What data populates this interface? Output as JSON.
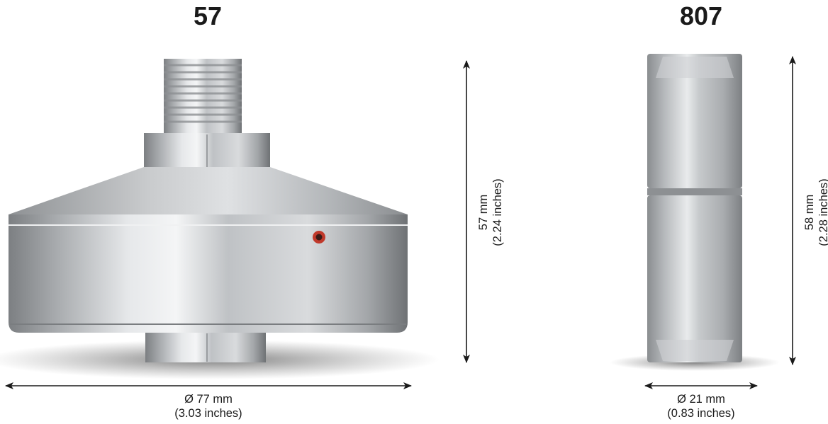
{
  "products": [
    {
      "model": "57",
      "height_label": "57 mm",
      "height_label_imperial": "(2.24 inches)",
      "diameter_label": "Ø 77 mm",
      "diameter_label_imperial": "(3.03 inches)",
      "accent_color": "#c0392b"
    },
    {
      "model": "807",
      "height_label": "58 mm",
      "height_label_imperial": "(2.28 inches)",
      "diameter_label": "Ø 21 mm",
      "diameter_label_imperial": "(0.83 inches)"
    }
  ],
  "colors": {
    "background": "#ffffff",
    "metal": "#b9bcbf",
    "text": "#1a1a1a"
  }
}
